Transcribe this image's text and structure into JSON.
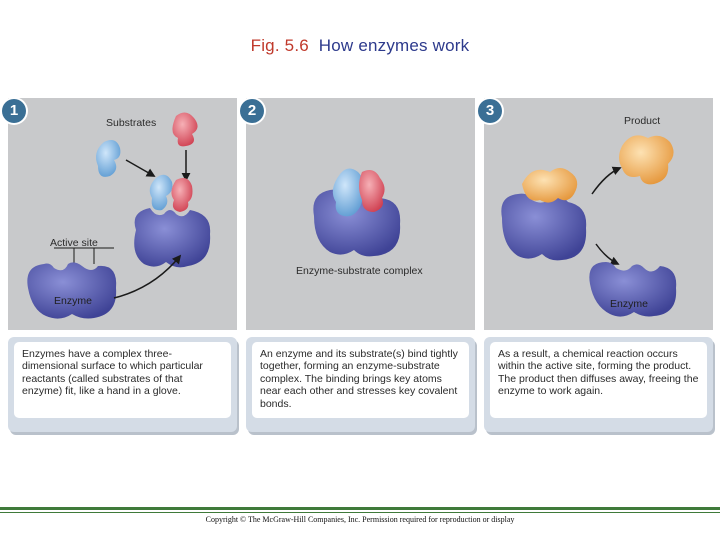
{
  "title": {
    "fig": "Fig. 5.6",
    "text": "How enzymes work"
  },
  "panels": [
    {
      "number": "1",
      "labels": {
        "substrates": "Substrates",
        "active_site": "Active site",
        "enzyme": "Enzyme"
      },
      "caption": "Enzymes have a complex three-dimensional surface to which particular reactants (called substrates of that enzyme) fit, like a hand in a glove."
    },
    {
      "number": "2",
      "labels": {
        "complex": "Enzyme-substrate complex"
      },
      "caption": "An enzyme and its substrate(s) bind tightly together, forming an enzyme-substrate complex. The binding brings key atoms near each other and stresses key covalent bonds."
    },
    {
      "number": "3",
      "labels": {
        "product": "Product",
        "enzyme": "Enzyme"
      },
      "caption": "As a result, a chemical reaction occurs within the active site, forming the product. The product then diffuses away, freeing the enzyme to work again."
    }
  ],
  "colors": {
    "enzyme": "#5a5fb3",
    "substrate_blue": "#7fb4e0",
    "substrate_red": "#e0606e",
    "product": "#efae5a",
    "number_badge": "#3a6f95"
  },
  "copyright": "Copyright © The McGraw-Hill Companies, Inc. Permission required for reproduction or display"
}
